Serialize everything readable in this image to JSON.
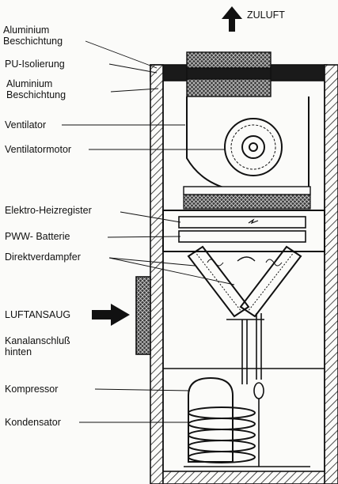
{
  "labels": {
    "aluminium_top": "Aluminium Beschichtung",
    "pu_insulation": "PU-Isolierung",
    "aluminium_bottom": "Aluminium Beschichtung",
    "fan": "Ventilator",
    "fan_motor": "Ventilatormotor",
    "electric_heater": "Elektro-Heizregister",
    "pww_battery": "PWW- Batterie",
    "direct_evaporator": "Direktverdampfer",
    "air_intake": "LUFTANSAUG",
    "duct_connection": "Kanalanschluß hinten",
    "compressor": "Kompressor",
    "condenser": "Kondensator",
    "supply_air": "ZULUFT"
  }
}
